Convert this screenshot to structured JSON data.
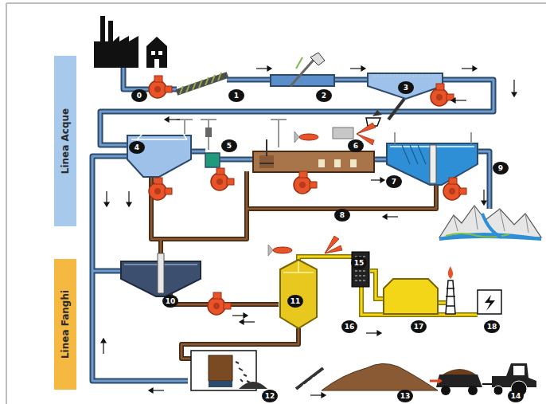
{
  "diagram": {
    "nodes": [
      {
        "text": [
          "Linea Acque"
        ]
      },
      {
        "text": [
          "Linea Fanghi"
        ]
      }
    ],
    "labels": [
      "0",
      "1",
      "2",
      "3",
      "4",
      "5",
      "6",
      "7",
      "8",
      "9",
      "10",
      "11",
      "12",
      "13",
      "14",
      "15",
      "16",
      "17",
      "18"
    ]
  }
}
